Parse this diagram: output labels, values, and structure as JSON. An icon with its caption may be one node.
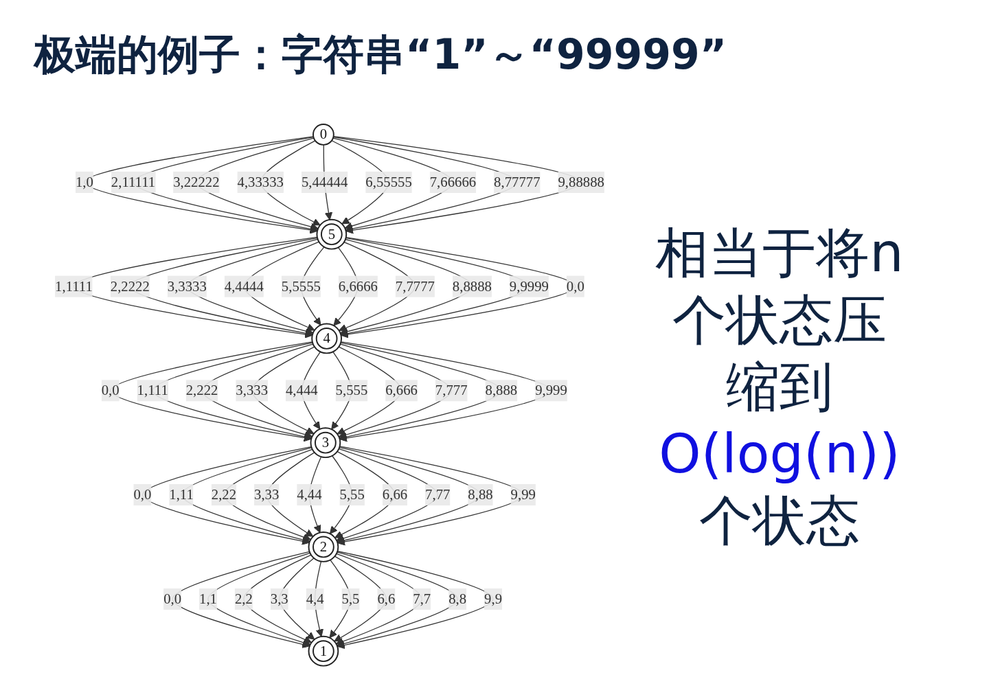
{
  "diagram": {
    "title": "极端的例子：字符串“1”～“99999”",
    "nodes": [
      {
        "text": [
          "0"
        ]
      },
      {
        "text": [
          "5"
        ]
      },
      {
        "text": [
          "4"
        ]
      },
      {
        "text": [
          "3"
        ]
      },
      {
        "text": [
          "2"
        ]
      },
      {
        "text": [
          "1"
        ]
      }
    ],
    "edges": [
      {
        "from": 0,
        "to": 1,
        "arrow": "to",
        "label": "1,0"
      },
      {
        "from": 0,
        "to": 1,
        "arrow": "to",
        "label": "2,11111"
      },
      {
        "from": 0,
        "to": 1,
        "arrow": "to",
        "label": "3,22222"
      },
      {
        "from": 0,
        "to": 1,
        "arrow": "to",
        "label": "4,33333"
      },
      {
        "from": 0,
        "to": 1,
        "arrow": "to",
        "label": "5,44444"
      },
      {
        "from": 0,
        "to": 1,
        "arrow": "to",
        "label": "6,55555"
      },
      {
        "from": 0,
        "to": 1,
        "arrow": "to",
        "label": "7,66666"
      },
      {
        "from": 0,
        "to": 1,
        "arrow": "to",
        "label": "8,77777"
      },
      {
        "from": 0,
        "to": 1,
        "arrow": "to",
        "label": "9,88888"
      },
      {
        "from": 1,
        "to": 2,
        "arrow": "to",
        "label": "1,1111"
      },
      {
        "from": 1,
        "to": 2,
        "arrow": "to",
        "label": "2,2222"
      },
      {
        "from": 1,
        "to": 2,
        "arrow": "to",
        "label": "3,3333"
      },
      {
        "from": 1,
        "to": 2,
        "arrow": "to",
        "label": "4,4444"
      },
      {
        "from": 1,
        "to": 2,
        "arrow": "to",
        "label": "5,5555"
      },
      {
        "from": 1,
        "to": 2,
        "arrow": "to",
        "label": "6,6666"
      },
      {
        "from": 1,
        "to": 2,
        "arrow": "to",
        "label": "7,7777"
      },
      {
        "from": 1,
        "to": 2,
        "arrow": "to",
        "label": "8,8888"
      },
      {
        "from": 1,
        "to": 2,
        "arrow": "to",
        "label": "9,9999"
      },
      {
        "from": 1,
        "to": 2,
        "arrow": "to",
        "label": "0,0"
      },
      {
        "from": 2,
        "to": 3,
        "arrow": "to",
        "label": "0,0"
      },
      {
        "from": 2,
        "to": 3,
        "arrow": "to",
        "label": "1,111"
      },
      {
        "from": 2,
        "to": 3,
        "arrow": "to",
        "label": "2,222"
      },
      {
        "from": 2,
        "to": 3,
        "arrow": "to",
        "label": "3,333"
      },
      {
        "from": 2,
        "to": 3,
        "arrow": "to",
        "label": "4,444"
      },
      {
        "from": 2,
        "to": 3,
        "arrow": "to",
        "label": "5,555"
      },
      {
        "from": 2,
        "to": 3,
        "arrow": "to",
        "label": "6,666"
      },
      {
        "from": 2,
        "to": 3,
        "arrow": "to",
        "label": "7,777"
      },
      {
        "from": 2,
        "to": 3,
        "arrow": "to",
        "label": "8,888"
      },
      {
        "from": 2,
        "to": 3,
        "arrow": "to",
        "label": "9,999"
      },
      {
        "from": 3,
        "to": 4,
        "arrow": "to",
        "label": "0,0"
      },
      {
        "from": 3,
        "to": 4,
        "arrow": "to",
        "label": "1,11"
      },
      {
        "from": 3,
        "to": 4,
        "arrow": "to",
        "label": "2,22"
      },
      {
        "from": 3,
        "to": 4,
        "arrow": "to",
        "label": "3,33"
      },
      {
        "from": 3,
        "to": 4,
        "arrow": "to",
        "label": "4,44"
      },
      {
        "from": 3,
        "to": 4,
        "arrow": "to",
        "label": "5,55"
      },
      {
        "from": 3,
        "to": 4,
        "arrow": "to",
        "label": "6,66"
      },
      {
        "from": 3,
        "to": 4,
        "arrow": "to",
        "label": "7,77"
      },
      {
        "from": 3,
        "to": 4,
        "arrow": "to",
        "label": "8,88"
      },
      {
        "from": 3,
        "to": 4,
        "arrow": "to",
        "label": "9,99"
      },
      {
        "from": 4,
        "to": 5,
        "arrow": "to",
        "label": "0,0"
      },
      {
        "from": 4,
        "to": 5,
        "arrow": "to",
        "label": "1,1"
      },
      {
        "from": 4,
        "to": 5,
        "arrow": "to",
        "label": "2,2"
      },
      {
        "from": 4,
        "to": 5,
        "arrow": "to",
        "label": "3,3"
      },
      {
        "from": 4,
        "to": 5,
        "arrow": "to",
        "label": "4,4"
      },
      {
        "from": 4,
        "to": 5,
        "arrow": "to",
        "label": "5,5"
      },
      {
        "from": 4,
        "to": 5,
        "arrow": "to",
        "label": "6,6"
      },
      {
        "from": 4,
        "to": 5,
        "arrow": "to",
        "label": "7,7"
      },
      {
        "from": 4,
        "to": 5,
        "arrow": "to",
        "label": "8,8"
      },
      {
        "from": 4,
        "to": 5,
        "arrow": "to",
        "label": "9,9"
      }
    ],
    "labels": [
      "相当于将n个状态压缩到",
      "O(log(n))",
      "个状态"
    ]
  }
}
